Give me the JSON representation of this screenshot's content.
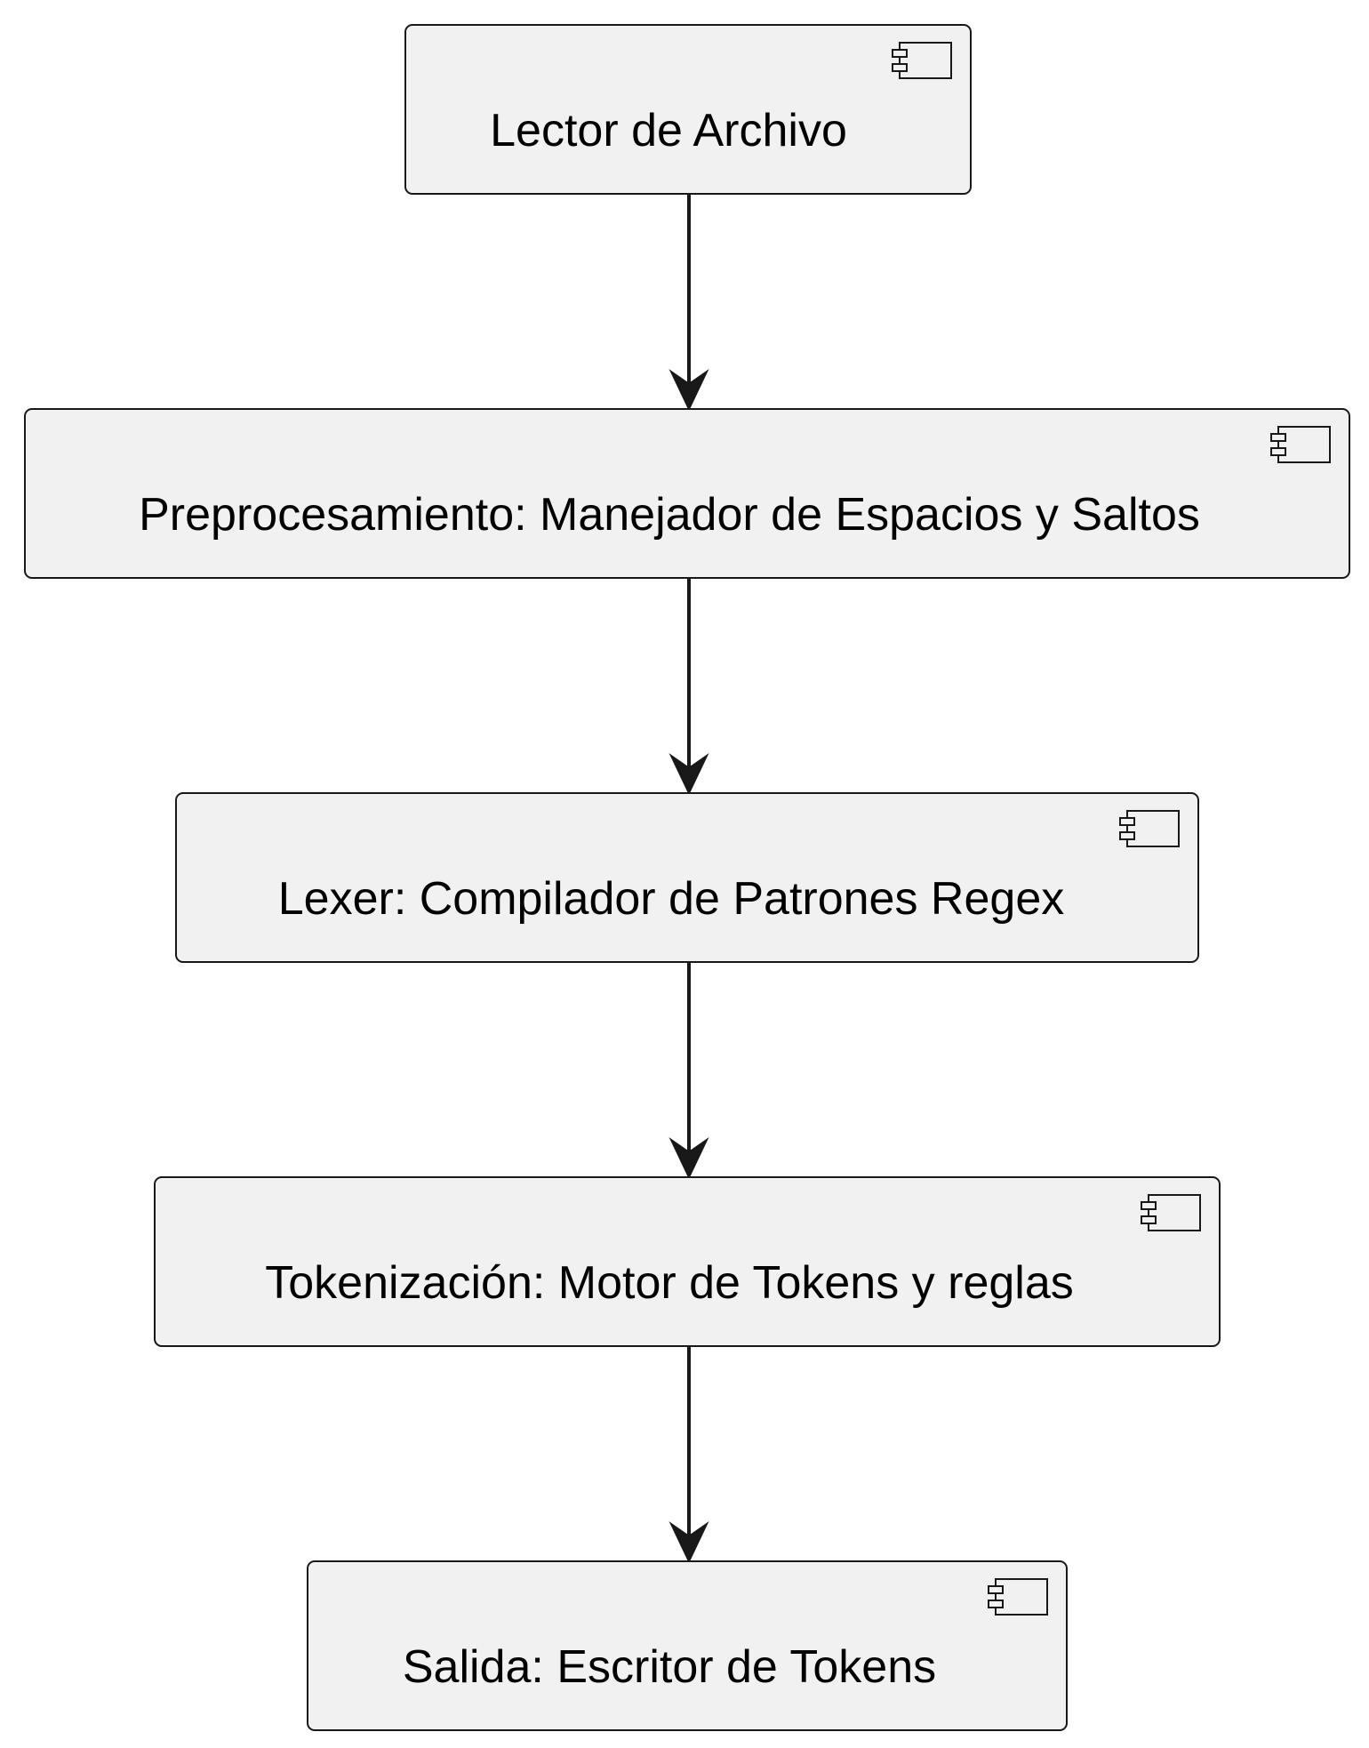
{
  "diagram": {
    "type": "component-flow",
    "colors": {
      "box_fill": "#f1f1f1",
      "stroke": "#181818",
      "text": "#000000",
      "background": "#ffffff"
    },
    "components": [
      {
        "id": "lector",
        "label": "Lector de Archivo",
        "icon": "uml-component-icon"
      },
      {
        "id": "preproc",
        "label": "Preprocesamiento: Manejador de Espacios y Saltos",
        "icon": "uml-component-icon"
      },
      {
        "id": "lexer",
        "label": "Lexer: Compilador de Patrones Regex",
        "icon": "uml-component-icon"
      },
      {
        "id": "token",
        "label": "Tokenización: Motor de Tokens y reglas",
        "icon": "uml-component-icon"
      },
      {
        "id": "salida",
        "label": "Salida: Escritor de Tokens",
        "icon": "uml-component-icon"
      }
    ],
    "edges": [
      {
        "from": "lector",
        "to": "preproc"
      },
      {
        "from": "preproc",
        "to": "lexer"
      },
      {
        "from": "lexer",
        "to": "token"
      },
      {
        "from": "token",
        "to": "salida"
      }
    ]
  }
}
